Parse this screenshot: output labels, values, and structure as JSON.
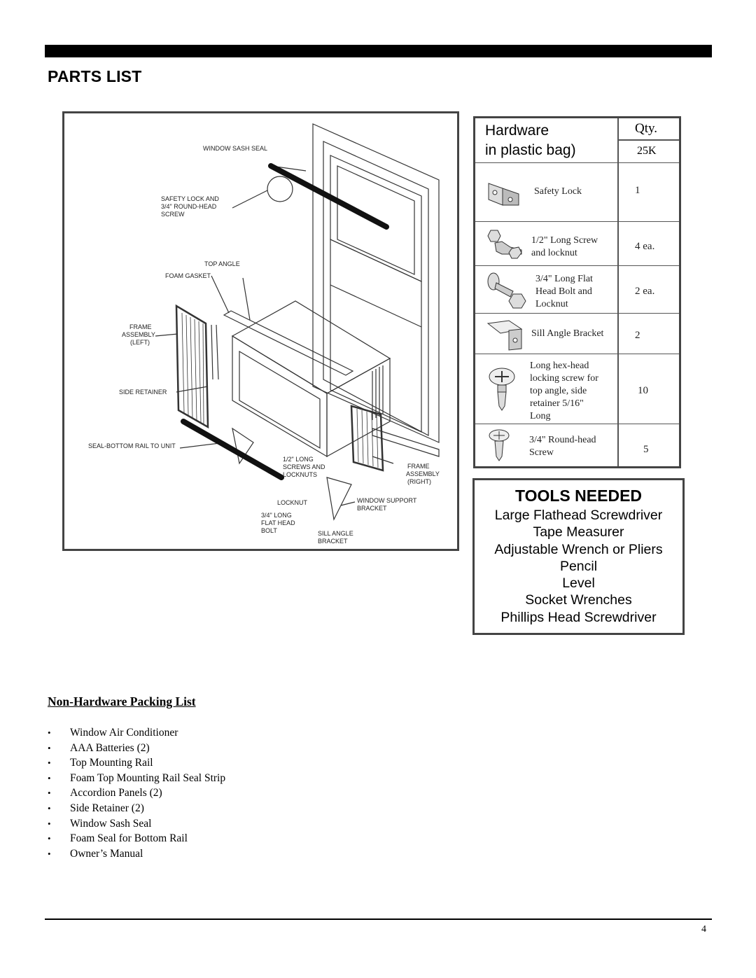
{
  "page": {
    "title": "PARTS LIST",
    "page_number": "4"
  },
  "diagram": {
    "labels": {
      "window_sash_seal": "WINDOW SASH SEAL",
      "safety_lock_1": "SAFETY LOCK AND",
      "safety_lock_2": "3/4\" ROUND-HEAD",
      "safety_lock_3": "SCREW",
      "top_angle": "TOP ANGLE",
      "foam_gasket": "FOAM GASKET",
      "frame_left_1": "FRAME",
      "frame_left_2": "ASSEMBLY",
      "frame_left_3": "(LEFT)",
      "side_retainer": "SIDE RETAINER",
      "seal_bottom": "SEAL-BOTTOM RAIL TO UNIT",
      "half_long_1": "1/2\" LONG",
      "half_long_2": "SCREWS AND",
      "half_long_3": "LOCKNUTS",
      "frame_right_1": "FRAME",
      "frame_right_2": "ASSEMBLY",
      "frame_right_3": "(RIGHT)",
      "locknut": "LOCKNUT",
      "window_support_1": "WINDOW SUPPORT",
      "window_support_2": "BRACKET",
      "flat_head_1": "3/4\" LONG",
      "flat_head_2": "FLAT HEAD",
      "flat_head_3": "BOLT",
      "sill_angle_1": "SILL ANGLE",
      "sill_angle_2": "BRACKET"
    }
  },
  "hardware": {
    "header_line1": "Hardware",
    "header_line2": "in plastic bag)",
    "qty_header": "Qty.",
    "model": "25K",
    "items": [
      {
        "icon": "safety-lock-icon",
        "lines": [
          "Safety Lock"
        ],
        "qty": "1"
      },
      {
        "icon": "screw-locknut-icon",
        "lines": [
          "1/2\" Long Screw",
          "and locknut"
        ],
        "qty": "4 ea."
      },
      {
        "icon": "flat-head-bolt-icon",
        "lines": [
          "3/4\" Long Flat",
          "Head Bolt and",
          "Locknut"
        ],
        "qty": "2 ea."
      },
      {
        "icon": "sill-angle-bracket-icon",
        "lines": [
          "Sill Angle Bracket"
        ],
        "qty": "2"
      },
      {
        "icon": "hex-head-screw-icon",
        "lines": [
          "Long hex-head",
          "locking screw for",
          "top angle, side",
          "retainer 5/16\"",
          "Long"
        ],
        "qty": "10"
      },
      {
        "icon": "round-head-screw-icon",
        "lines": [
          "3/4\" Round-head",
          "Screw"
        ],
        "qty": "5"
      }
    ]
  },
  "tools": {
    "title": "TOOLS NEEDED",
    "items": [
      "Large Flathead Screwdriver",
      "Tape Measurer",
      "Adjustable Wrench or Pliers",
      "Pencil",
      "Level",
      "Socket Wrenches",
      "Phillips Head Screwdriver"
    ]
  },
  "packing": {
    "title": "Non-Hardware Packing List",
    "items": [
      "Window Air Conditioner",
      "AAA Batteries (2)",
      "Top Mounting Rail",
      "Foam Top Mounting Rail Seal Strip",
      "Accordion Panels (2)",
      "Side Retainer (2)",
      "Window Sash Seal",
      "Foam Seal for Bottom Rail",
      "Owner’s Manual"
    ]
  }
}
